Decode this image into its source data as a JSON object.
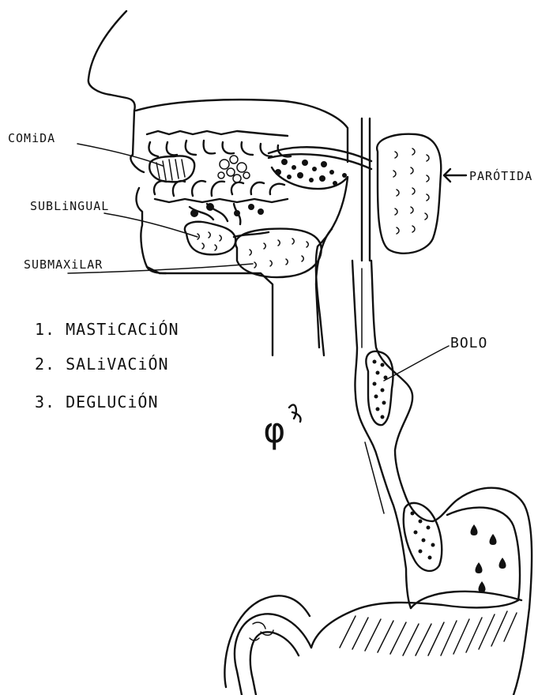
{
  "labels": {
    "comida": "COMiDA",
    "sublingual": "SUBLiNGUAL",
    "submaxilar": "SUBMAXiLAR",
    "parotida": "PARÓTIDA",
    "bolo": "BOLO"
  },
  "steps": [
    "1. MASTiCACiÓN",
    "2. SALiVACiÓN",
    "3. DEGLUCiÓN"
  ],
  "signature_text": "φ",
  "colors": {
    "ink": "#111111",
    "background": "#ffffff"
  }
}
